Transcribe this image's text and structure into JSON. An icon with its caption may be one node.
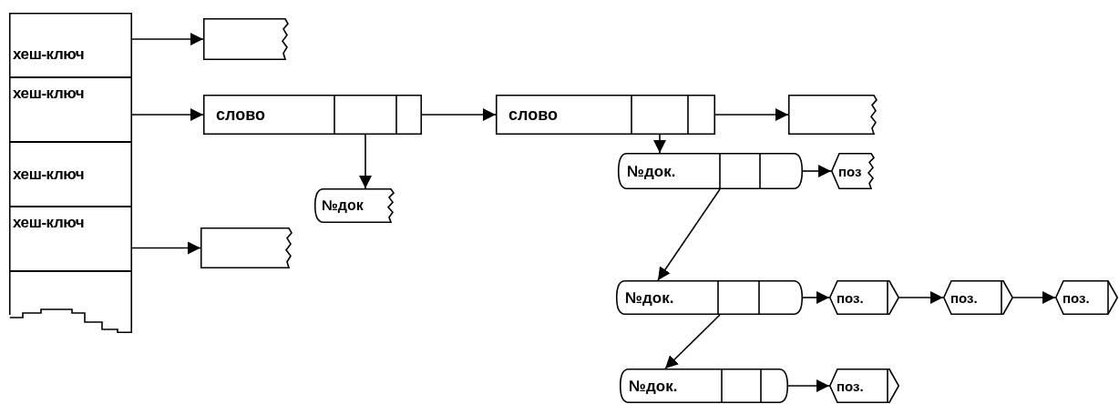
{
  "diagram": {
    "nodes": [
      {
        "text": [],
        "shape": "box"
      },
      {
        "text": [
          "хеш-ключ"
        ],
        "in": 0
      },
      {
        "text": [
          "хеш-ключ"
        ],
        "in": 0
      },
      {
        "text": [
          "хеш-ключ"
        ],
        "in": 0
      },
      {
        "text": [
          "хеш-ключ"
        ],
        "in": 0
      },
      {
        "text": [],
        "shape": "box",
        "in": 0
      },
      {
        "text": [],
        "shape": "box"
      },
      {
        "text": [
          "слово"
        ]
      },
      {
        "text": [
          "слово"
        ]
      },
      {
        "text": [],
        "shape": "box"
      },
      {
        "text": [
          "№док"
        ]
      },
      {
        "text": [],
        "shape": "box"
      },
      {
        "text": [
          "№док."
        ]
      },
      {
        "text": [
          "поз"
        ]
      },
      {
        "text": [
          "№док."
        ]
      },
      {
        "text": [
          "поз."
        ]
      },
      {
        "text": [
          "поз."
        ]
      },
      {
        "text": [
          "поз."
        ]
      },
      {
        "text": [
          "№док."
        ]
      },
      {
        "text": [
          "поз."
        ]
      }
    ],
    "edges": [
      {
        "from": 1,
        "to": 6,
        "arrow": "to"
      },
      {
        "from": 2,
        "to": 7,
        "arrow": "to"
      },
      {
        "from": 4,
        "to": 11,
        "arrow": "to"
      },
      {
        "from": 7,
        "to": 8,
        "arrow": "to"
      },
      {
        "from": 8,
        "to": 9,
        "arrow": "to"
      },
      {
        "from": 7,
        "to": 10,
        "arrow": "to"
      },
      {
        "from": 8,
        "to": 12,
        "arrow": "to"
      },
      {
        "from": 12,
        "to": 13,
        "arrow": "to"
      },
      {
        "from": 12,
        "to": 14,
        "arrow": "to"
      },
      {
        "from": 14,
        "to": 15,
        "arrow": "to"
      },
      {
        "from": 15,
        "to": 16,
        "arrow": "to"
      },
      {
        "from": 16,
        "to": 17,
        "arrow": "to"
      },
      {
        "from": 14,
        "to": 18,
        "arrow": "to"
      },
      {
        "from": 18,
        "to": 19,
        "arrow": "to"
      }
    ]
  }
}
